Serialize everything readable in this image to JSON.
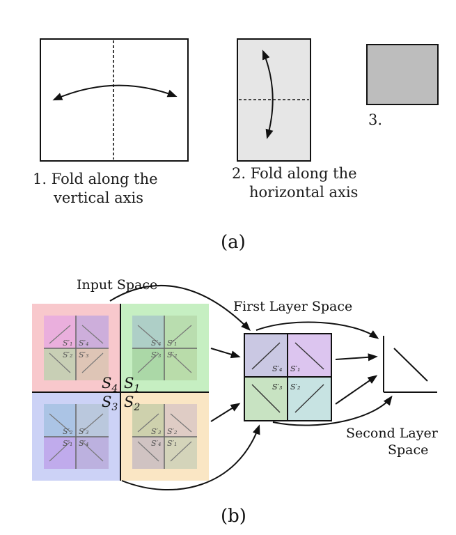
{
  "part_a": {
    "sublabel": "(a)",
    "steps": [
      {
        "caption_line1": "1. Fold along the",
        "caption_line2": "vertical axis"
      },
      {
        "caption_line1": "2. Fold along the",
        "caption_line2": "horizontal axis"
      },
      {
        "caption_line1": "3.",
        "caption_line2": ""
      }
    ]
  },
  "part_b": {
    "sublabel": "(b)",
    "input_space_label": "Input Space",
    "first_layer_label": "First Layer Space",
    "second_layer_line1": "Second Layer",
    "second_layer_line2": "Space",
    "region_labels": {
      "s4": "S4",
      "s1": "S1",
      "s3": "S3",
      "s2": "S2"
    },
    "colors": {
      "q_s4": "#f8c8cc",
      "q_s1": "#c6efc2",
      "q_s3": "#ccd2f6",
      "q_s2": "#fae6c4",
      "panel_gray": "#e6e6e6",
      "panel_dark": "#bdbdbd"
    }
  }
}
